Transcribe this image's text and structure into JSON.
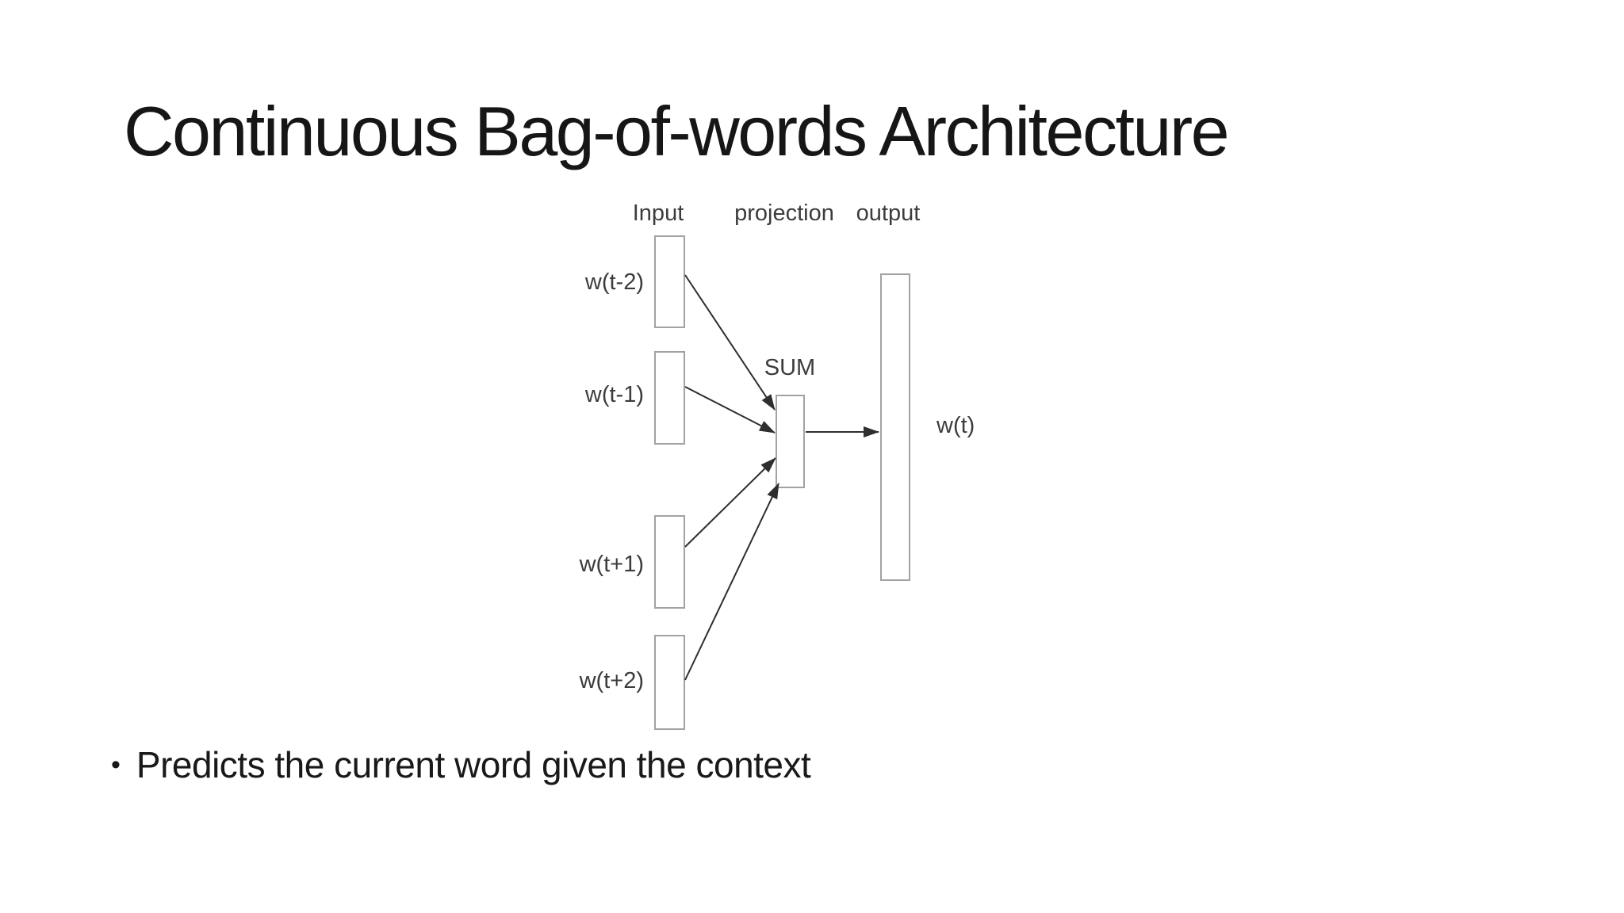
{
  "slide": {
    "title": "Continuous Bag-of-words Architecture",
    "bullet_marker": "•",
    "bullet": "Predicts the current word given the context"
  },
  "diagram": {
    "column_labels": {
      "input": "Input",
      "projection": "projection",
      "output": "output"
    },
    "input_nodes": [
      {
        "label": "w(t-2)"
      },
      {
        "label": "w(t-1)"
      },
      {
        "label": "w(t+1)"
      },
      {
        "label": "w(t+2)"
      }
    ],
    "projection_node": {
      "label": "SUM"
    },
    "output_node": {
      "label": "w(t)"
    },
    "colors": {
      "box_border": "#a2a2a2",
      "arrow": "#2e2e2e",
      "diagram_text": "#3c3c3c",
      "title_text": "#161616"
    }
  }
}
